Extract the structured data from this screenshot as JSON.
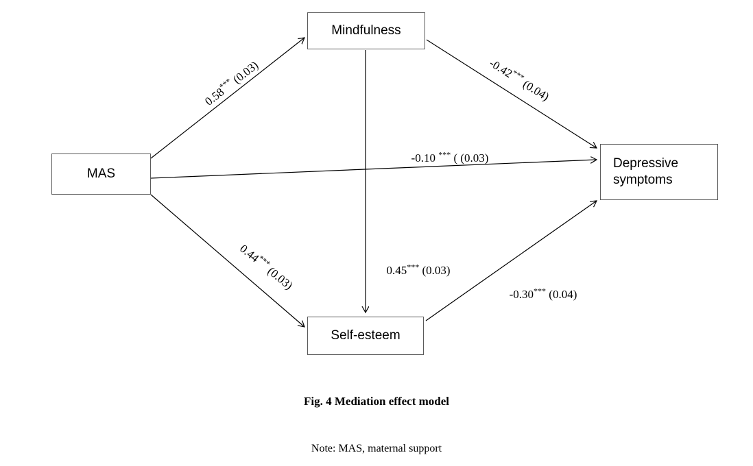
{
  "boxes": {
    "mas": "MAS",
    "mindfulness": "Mindfulness",
    "self_esteem": "Self-esteem",
    "depressive": "Depressive symptoms"
  },
  "paths": {
    "mas_mindfulness": {
      "value": "0.58",
      "stars": "***",
      "se": " (0.03)"
    },
    "mindfulness_depressive": {
      "value": "-0.42",
      "stars": "***",
      "se": " (0.04)"
    },
    "mas_depressive": {
      "value": "-0.10 ",
      "stars": "***",
      "se": " ( (0.03)"
    },
    "mas_self_esteem": {
      "value": "0.44",
      "stars": "***",
      "se": " (0.03)"
    },
    "mindfulness_self_esteem": {
      "value": "0.45",
      "stars": "***",
      "se": " (0.03)"
    },
    "self_esteem_depressive": {
      "value": "-0.30",
      "stars": "***",
      "se": " (0.04)"
    }
  },
  "caption": "Fig. 4 Mediation effect model",
  "note": "Note: MAS, maternal support",
  "diagram_type": "path-mediation-model",
  "line_color": "#000000"
}
